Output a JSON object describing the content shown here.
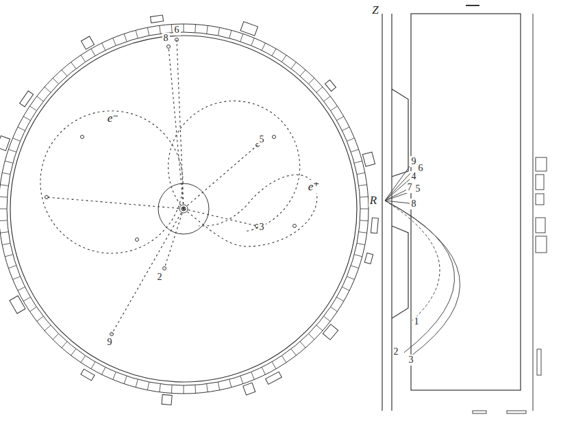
{
  "diagram": {
    "labels": [
      "e⁻",
      "e⁺",
      "Z",
      "R",
      "8",
      "6",
      "5",
      "3",
      "2",
      "9",
      "9",
      "6",
      "4",
      "7",
      "5",
      "8",
      "1",
      "2",
      "3"
    ]
  }
}
